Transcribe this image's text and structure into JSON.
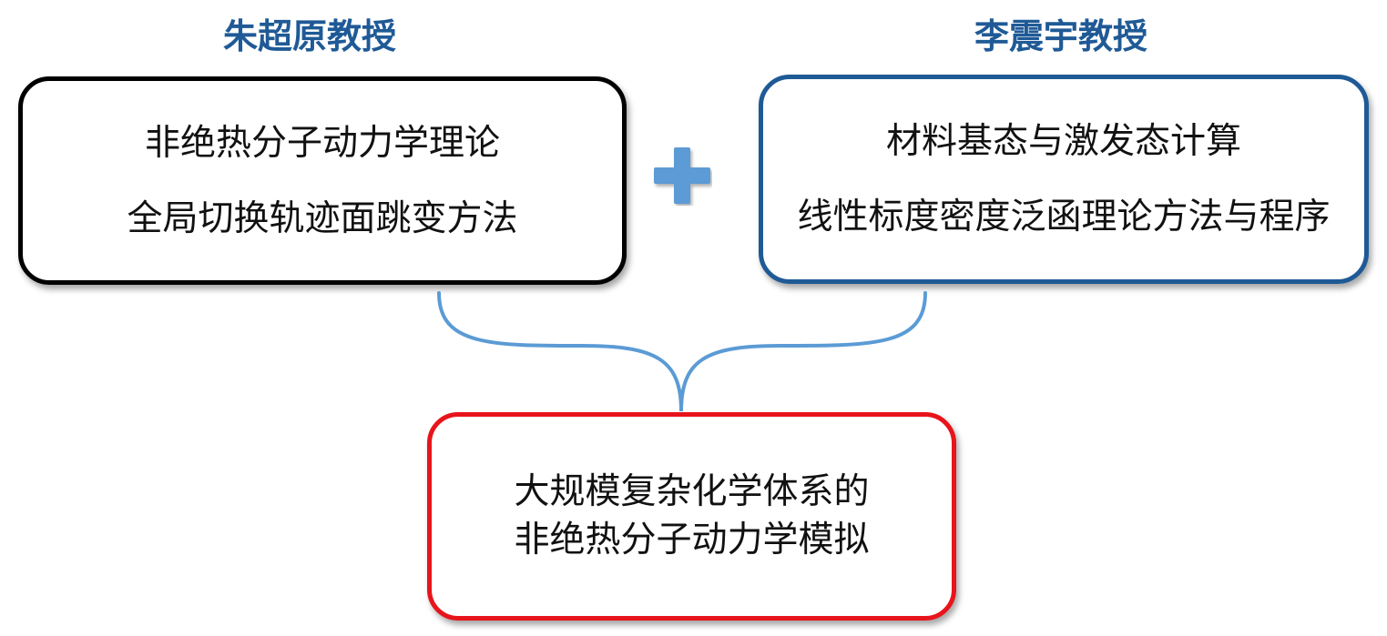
{
  "colors": {
    "title": "#1f5a96",
    "left_border": "#000000",
    "right_border": "#1f5a96",
    "bottom_border": "#e8141b",
    "connector": "#5b9bd5",
    "plus": "#5b9bd5"
  },
  "left": {
    "title": "朱超原教授",
    "lines": [
      "非绝热分子动力学理论",
      "全局切换轨迹面跳变方法"
    ]
  },
  "right": {
    "title": "李震宇教授",
    "lines": [
      "材料基态与激发态计算",
      "线性标度密度泛函理论方法与程序"
    ]
  },
  "bottom": {
    "lines": [
      "大规模复杂化学体系的",
      "非绝热分子动力学模拟"
    ]
  },
  "plus_icon": "plus-icon",
  "connector_icon": "curly-brace-connector"
}
